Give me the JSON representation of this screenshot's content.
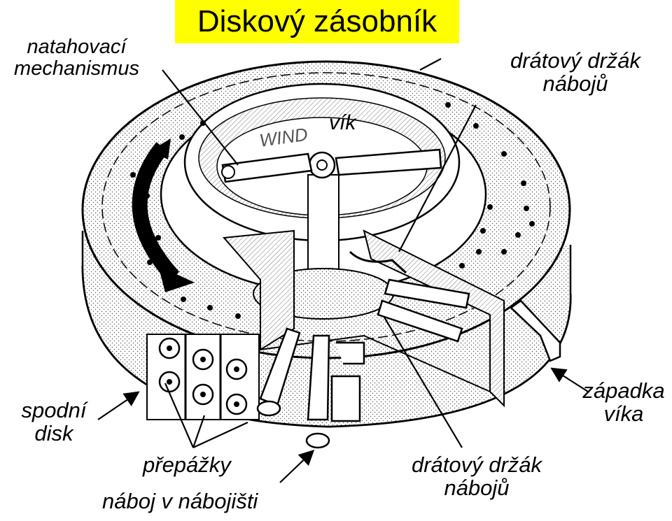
{
  "title": "Diskový zásobník",
  "labels": {
    "winding_mechanism": [
      "natahovací",
      "mechanismus"
    ],
    "lid": "vík",
    "wire_holder_top": [
      "drátový držák",
      "nábojů"
    ],
    "bottom_disk": [
      "spodní",
      "disk"
    ],
    "partitions": "přepážky",
    "cartridge": "náboj v nábojišti",
    "wire_holder_bottom": [
      "drátový držák",
      "nábojů"
    ],
    "lid_latch": [
      "západka",
      "víka"
    ]
  },
  "engraving": "WIND",
  "colors": {
    "title_bg": "#ffff00",
    "ink": "#000000",
    "paper": "#ffffff"
  }
}
